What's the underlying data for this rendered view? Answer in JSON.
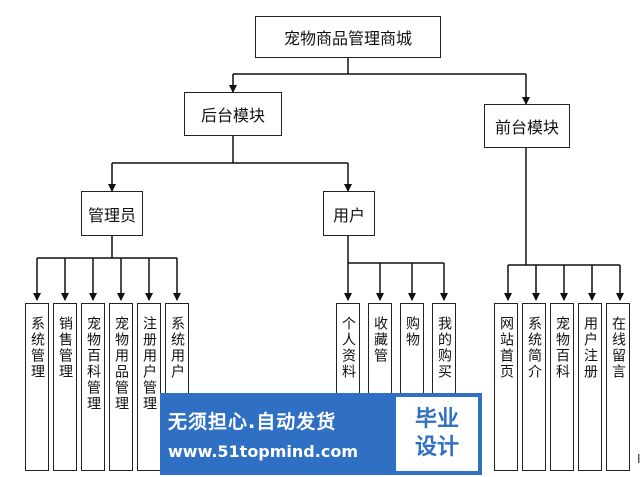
{
  "root": "宠物商品管理商城",
  "backend": {
    "label": "后台模块",
    "admin": {
      "label": "管理员",
      "items": [
        "系统管理",
        "销售管理",
        "宠物百科管理",
        "宠物用品管理",
        "注册用户管理",
        "系统用户"
      ]
    },
    "user": {
      "label": "用户",
      "items": [
        "个人资料",
        "收藏管",
        "购物",
        "我的购买"
      ]
    }
  },
  "frontend": {
    "label": "前台模块",
    "items": [
      "网站首页",
      "系统简介",
      "宠物百科",
      "用户注册",
      "在线留言"
    ]
  },
  "watermark": {
    "slogan": "无须担心.自动发货",
    "url": "www.51topmind.com",
    "brand_line1": "毕业",
    "brand_line2": "设计"
  },
  "edge_glyph": "I"
}
